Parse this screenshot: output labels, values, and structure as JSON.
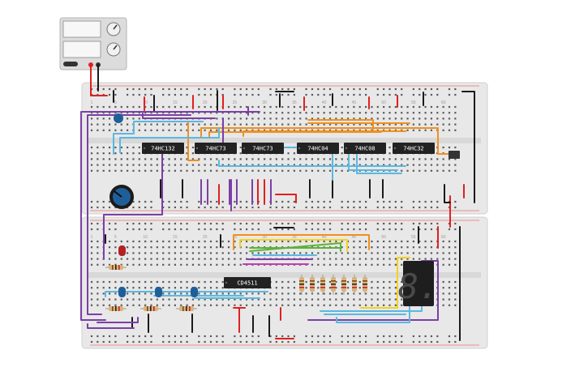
{
  "palette": {
    "board": "#e8e8e8",
    "board_dark": "#d8d8d8",
    "hole": "#5a5a5a",
    "rail_red": "#e53935",
    "rail_black": "#222222",
    "chip": "#222222",
    "wire_orange": "#f0901e",
    "wire_purple": "#7b3fa6",
    "wire_blue": "#5bb8e0",
    "wire_red": "#e02020",
    "wire_black": "#1a1a1a",
    "wire_green": "#5db336",
    "wire_yellow": "#f4d21f",
    "wire_magenta": "#c53bb3",
    "led_blue": "#1f5f99",
    "led_red": "#b22222",
    "resistor_body": "#d9b37a",
    "supply_body": "#dcdcdc"
  },
  "supply": {
    "name": "power-supply"
  },
  "top_board": {
    "chips": [
      {
        "label": "74HC132"
      },
      {
        "label": "74HC73"
      },
      {
        "label": "74HC73"
      },
      {
        "label": "74HC04"
      },
      {
        "label": "74HC08"
      },
      {
        "label": "74HC32"
      }
    ],
    "column_numbers": [
      "1",
      "5",
      "10",
      "15",
      "20",
      "25",
      "30",
      "35",
      "40",
      "45",
      "50",
      "55",
      "60"
    ]
  },
  "bottom_board": {
    "chips": [
      {
        "label": "CD4511"
      }
    ],
    "column_numbers": [
      "1",
      "5",
      "10",
      "15",
      "20",
      "25",
      "30",
      "35",
      "40",
      "45",
      "50",
      "55",
      "60"
    ],
    "display_digit": "8."
  }
}
